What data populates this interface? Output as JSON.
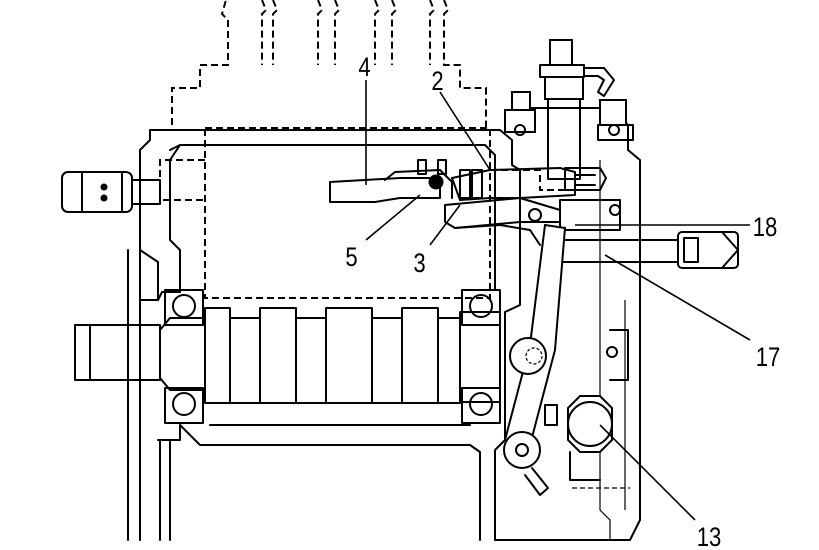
{
  "callouts": {
    "c2": "2",
    "c3": "3",
    "c4": "4",
    "c5": "5",
    "c13": "13",
    "c17": "17",
    "c18": "18"
  }
}
